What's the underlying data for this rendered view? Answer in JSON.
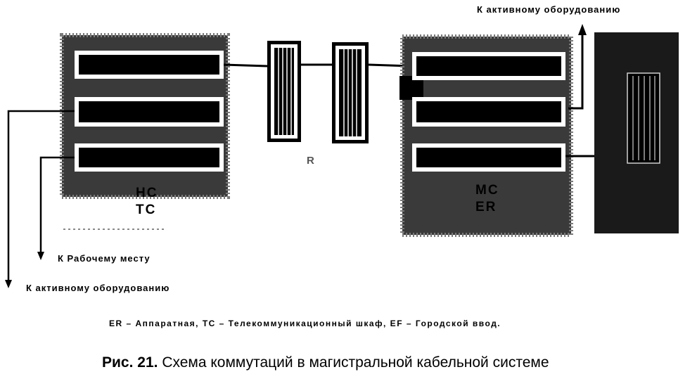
{
  "diagram": {
    "top_arrow_label": "К активному оборудованию",
    "hc_label": "HC",
    "tc_label": "TC",
    "middle_label": "R",
    "mc_label": "MC",
    "er_label": "ER",
    "workplace_label": "К Рабочему месту",
    "left_arrow_label": "К активному оборудованию"
  },
  "legend": "ER – Аппаратная, TC – Телекоммуникационный шкаф, EF – Городской ввод.",
  "caption": {
    "number": "Рис. 21.",
    "text": "Схема коммутаций в магистральной кабельной системе"
  }
}
